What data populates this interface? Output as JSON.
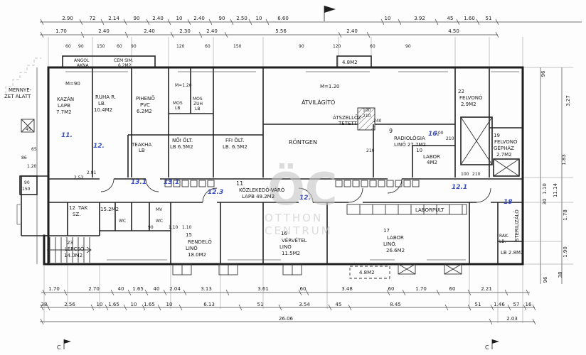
{
  "watermark": {
    "logo": "ÖC",
    "line1": "OTTHON",
    "line2": "CENTRUM"
  },
  "markers": {
    "section_left": "C",
    "section_right": "C"
  },
  "rooms": {
    "mennyezet": {
      "l1": "MENNYE-",
      "l2": "ZET ALATT"
    },
    "angol": {
      "l1": "ANGOL",
      "l2": "AKNA"
    },
    "cemsim": {
      "l1": "CEM SIM.",
      "l2": "6.2M2"
    },
    "m90": "M=90",
    "kazan": {
      "l1": "KAZÁN",
      "l2": "LAPB",
      "l3": "7.7M2"
    },
    "ruha": {
      "l1": "RUHA R.",
      "l2": "LB.",
      "l3": "10.4M2"
    },
    "piheno": {
      "l1": "PIHENŐ",
      "l2": "PVC",
      "l3": "6.2M2"
    },
    "mos": {
      "l1": "MOS",
      "l2": "LB"
    },
    "zuh": {
      "l1": "MOS",
      "l2": "ZUH",
      "l3": "LB"
    },
    "m120a": "M=1.20",
    "teakha": {
      "l1": "TEAKHA",
      "l2": "LB"
    },
    "noiolt": {
      "l1": "NŐI ÖLT.",
      "l2": "LB 6.5M2"
    },
    "ffiolt": {
      "l1": "FFI ÖLT.",
      "l2": "LB. 6.5M2"
    },
    "m120b": "M=1.20",
    "atvilagito": "ÁTVILÁGÍTÓ",
    "atszelloz": {
      "l1": "ÁTSZELLŐZ-",
      "l2": "TETETT"
    },
    "rontgen": "RÖNTGEN",
    "radiologia": {
      "num": "9",
      "l1": "RADIOLÓGIA",
      "l2": "LINÓ 27.7M2"
    },
    "labor10": {
      "num": "10",
      "l1": "LABOR",
      "l2": "4M2"
    },
    "felvono22": {
      "num": "22",
      "l1": "FELVONÓ",
      "l2": "2.9M2"
    },
    "felvono19": {
      "num": "19",
      "l1": "FELVONÓ",
      "l2": "GÉPHÁZ",
      "l3": "2.7M2"
    },
    "kozlekedo": {
      "num": "11",
      "l1": "KÖZLEKEDŐ-VÁRÓ",
      "l2": "LAPB 49.2M2"
    },
    "tak": {
      "num": "12",
      "l1": "TAK",
      "l2": "SZ."
    },
    "area152": "15.2M2",
    "mv": "MV",
    "wc1": "WC",
    "wc2": "WC",
    "rendelo": {
      "num": "15",
      "l1": "RENDELŐ",
      "l2": "LINÓ",
      "l3": "18.0M2"
    },
    "vervetel": {
      "num": "16",
      "l1": "VÉRVÉTEL",
      "l2": "LINÓ",
      "l3": "11.5M2"
    },
    "labor17": {
      "num": "17",
      "l1": "LABOR",
      "l2": "LINÓ.",
      "l3": "26.6M2"
    },
    "laborpult": "LABORPULT",
    "sterilizalo": {
      "l1": "STERILIZÁLÓ"
    },
    "rak": {
      "l1": "RAK.",
      "l2": "LB."
    },
    "lb28": "LB 2.8M2",
    "lepcso": {
      "num": "23",
      "l1": "LÉPCSŐ",
      "l2": "14.0M2"
    },
    "area48top": "4.8M2",
    "area48bottom": "4.8M2"
  },
  "blue": [
    "11.",
    "12.",
    "13.1",
    "13.1",
    "12.3",
    "12.",
    "16.",
    "12.1",
    "18"
  ],
  "dims": {
    "top1": [
      "2.90",
      "72",
      "2.14",
      "90",
      "2.40",
      "10",
      "2.40",
      "90",
      "2.50",
      "10",
      "6.60",
      "10",
      "3.92",
      "45",
      "1.60",
      "51"
    ],
    "top2": [
      "1.70",
      "2.40",
      "2.40",
      "2.30",
      "2.40",
      "5.56",
      "2.40",
      "4.50"
    ],
    "walltop": [
      "60",
      "90",
      "150",
      "60",
      "90",
      "120",
      "60",
      "150",
      "90",
      "120",
      "60",
      "90"
    ],
    "bottom1": [
      "1.70",
      "2.70",
      "40",
      "1.65",
      "40",
      "2.04",
      "3.13",
      "3.61",
      "60",
      "3.48",
      "60",
      "1.70",
      "60",
      "2.21"
    ],
    "bottom2": [
      "38",
      "2.56",
      "10",
      "1.65",
      "10",
      "1.65",
      "10",
      "6.13",
      "51",
      "3.54",
      "45",
      "8.45",
      "51",
      "1.46",
      "57",
      "16"
    ],
    "bottom3": [
      "26.06",
      "2.03"
    ],
    "left": [
      "45",
      "65",
      "86",
      "1.20",
      "90",
      "150",
      "2.81",
      "2.53"
    ],
    "right": [
      "96",
      "3.27",
      "1.83",
      "1.10",
      "30",
      "11.14",
      "1.78",
      "1.90",
      "38",
      "96"
    ],
    "marks": [
      "100",
      "210",
      "240",
      "100",
      "210",
      "210",
      "90",
      "1.10",
      "1.10",
      "100",
      "210"
    ]
  }
}
